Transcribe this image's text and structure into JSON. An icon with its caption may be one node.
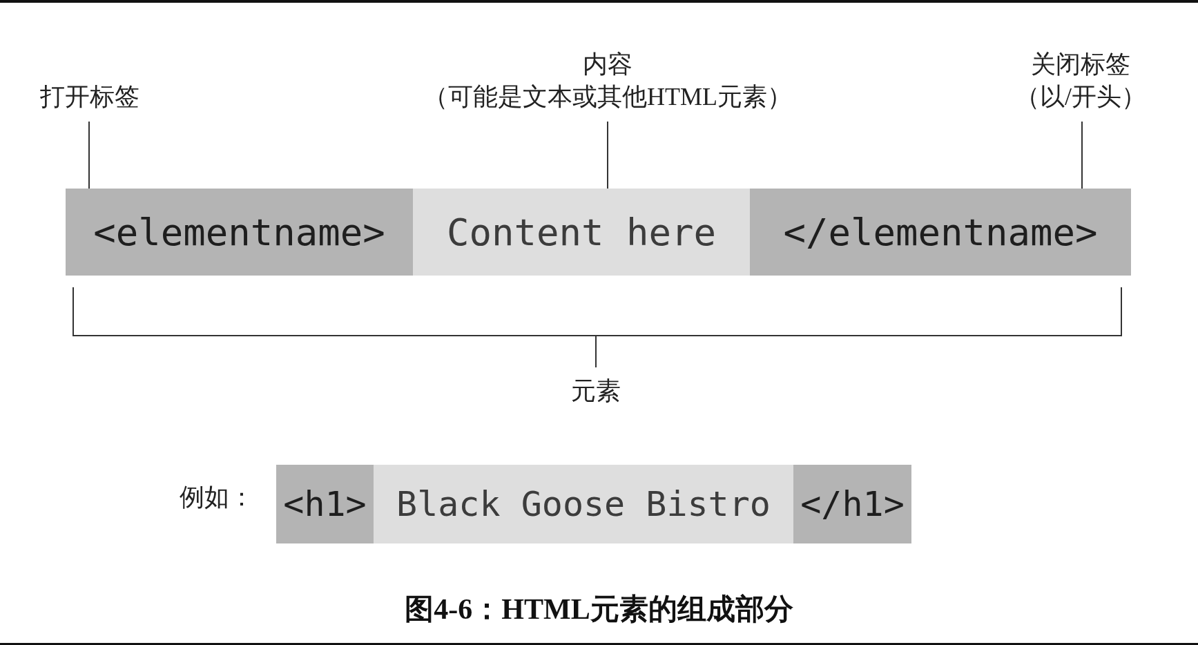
{
  "diagram": {
    "caption": "图4-6：HTML元素的组成部分",
    "nodes": [
      {
        "text": [
          "打开标签"
        ]
      },
      {
        "text": [
          "内容",
          "（可能是文本或其他HTML元素）"
        ]
      },
      {
        "text": [
          "关闭标签",
          "（以/开头）"
        ]
      },
      {
        "text": [
          "<elementname>"
        ]
      },
      {
        "text": [
          "Content here"
        ]
      },
      {
        "text": [
          "</elementname>"
        ]
      },
      {
        "text": [
          "<h1>"
        ]
      },
      {
        "text": [
          "Black Goose Bistro"
        ]
      },
      {
        "text": [
          "</h1>"
        ]
      }
    ],
    "edges": [
      {
        "from": 0,
        "to": 3,
        "arrow": "none"
      },
      {
        "from": 1,
        "to": 4,
        "arrow": "none"
      },
      {
        "from": 2,
        "to": 5,
        "arrow": "none"
      }
    ],
    "labels": [
      "元素",
      "例如："
    ]
  }
}
